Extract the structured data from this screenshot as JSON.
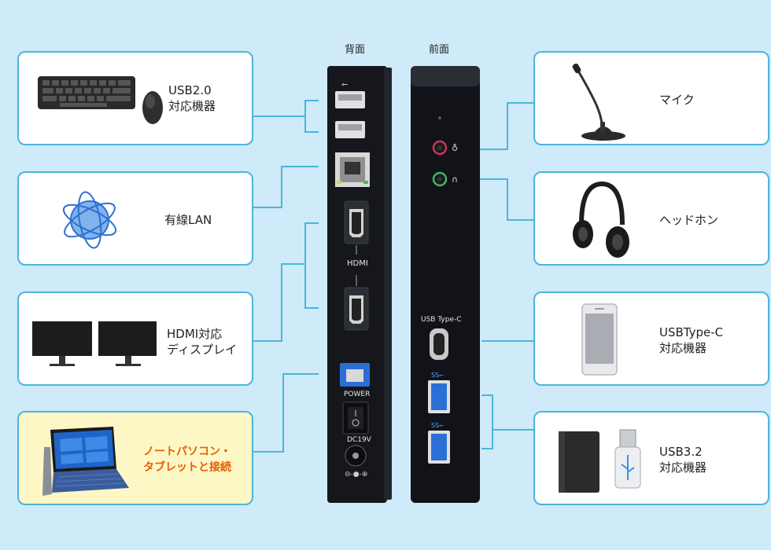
{
  "headings": {
    "back": "背面",
    "front": "前面"
  },
  "left_cards": [
    {
      "label": "USB2.0\n対応機器",
      "icon": "keyboard-mouse"
    },
    {
      "label": "有線LAN",
      "icon": "network-globe"
    },
    {
      "label": "HDMI対応\nディスプレイ",
      "icon": "dual-monitor"
    },
    {
      "label": "ノートパソコン・\nタブレットと接続",
      "icon": "laptop-tablet"
    }
  ],
  "right_cards": [
    {
      "label": "マイク",
      "icon": "microphone"
    },
    {
      "label": "ヘッドホン",
      "icon": "headphones"
    },
    {
      "label": "USBType-C\n対応機器",
      "icon": "smartphone"
    },
    {
      "label": "USB3.2\n対応機器",
      "icon": "hdd-usbstick"
    }
  ],
  "back_panel": {
    "hdmi": "HDMI",
    "power": "POWER",
    "dc": "DC19V"
  },
  "front_panel": {
    "usbc": "USB Type-C"
  },
  "colors": {
    "background": "#cfeaf8",
    "accent": "#4ab6dd",
    "highlight": "#fdf7c6",
    "highlight_text": "#e66000",
    "device": "#15171c"
  }
}
